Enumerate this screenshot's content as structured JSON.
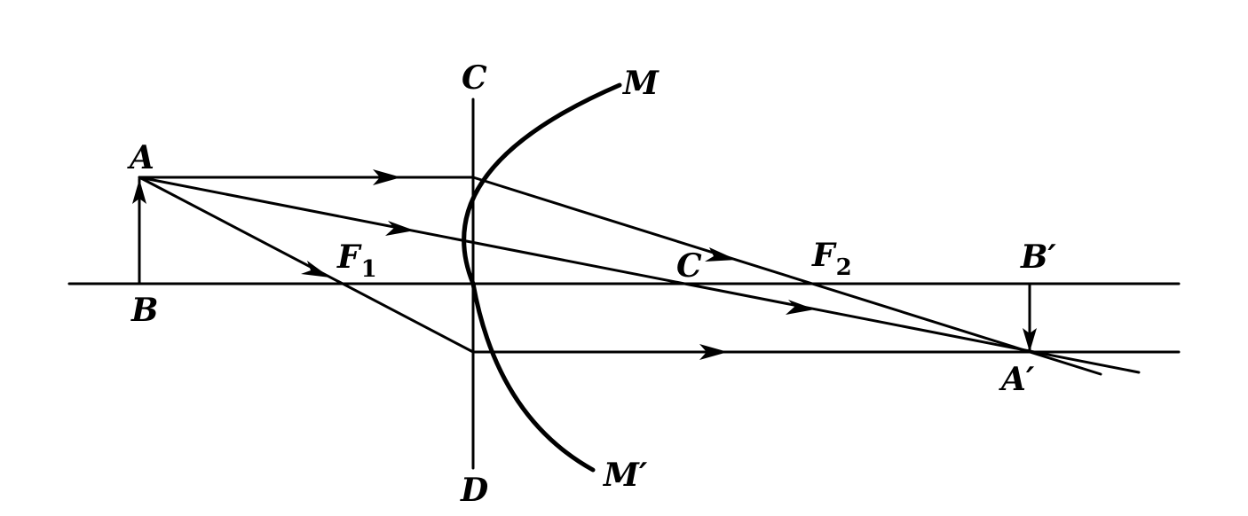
{
  "labels": {
    "A": "A",
    "B": "B",
    "C_top": "C",
    "D": "D",
    "M": "M",
    "M_prime": "M′",
    "F1_letter": "F",
    "F1_sub": "1",
    "C_center": "C",
    "F2_letter": "F",
    "F2_sub": "2",
    "B_prime": "B′",
    "A_prime": "A′"
  }
}
